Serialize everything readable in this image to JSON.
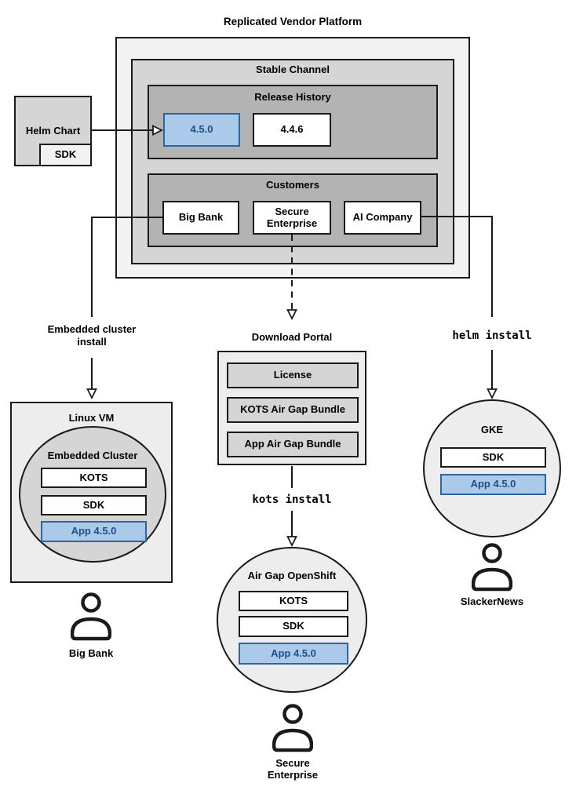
{
  "title": "Replicated Vendor Platform",
  "colors": {
    "highlight_fill": "#abc9e9",
    "highlight_border": "#2a66a5",
    "highlight_text": "#1e4f87",
    "panel_light": "#f2f2f2",
    "panel_mid": "#d5d5d5",
    "panel_dark": "#b3b3b3",
    "surface": "#ededed",
    "line": "#1a1a1a"
  },
  "platform": {
    "stable_channel": {
      "label": "Stable Channel",
      "release_history": {
        "label": "Release History",
        "releases": [
          "4.5.0",
          "4.4.6"
        ],
        "highlighted_release": "4.5.0"
      },
      "customers": {
        "label": "Customers",
        "items": [
          "Big Bank",
          "Secure Enterprise",
          "AI Company"
        ]
      }
    }
  },
  "helm_chart": {
    "label": "Helm Chart",
    "sdk": "SDK"
  },
  "flow_left": {
    "edge_label": "Embedded cluster install",
    "vm": {
      "label": "Linux VM",
      "cluster": {
        "label": "Embedded Cluster",
        "stack": [
          "KOTS",
          "SDK",
          "App 4.5.0"
        ]
      }
    },
    "persona": "Big Bank"
  },
  "flow_middle": {
    "portal": {
      "label": "Download Portal",
      "items": [
        "License",
        "KOTS Air Gap Bundle",
        "App Air Gap Bundle"
      ]
    },
    "edge_label": "kots install",
    "cluster": {
      "label": "Air Gap OpenShift",
      "stack": [
        "KOTS",
        "SDK",
        "App 4.5.0"
      ]
    },
    "persona": "Secure Enterprise"
  },
  "flow_right": {
    "edge_label": "helm install",
    "cluster": {
      "label": "GKE",
      "stack": [
        "SDK",
        "App 4.5.0"
      ]
    },
    "persona": "SlackerNews"
  }
}
